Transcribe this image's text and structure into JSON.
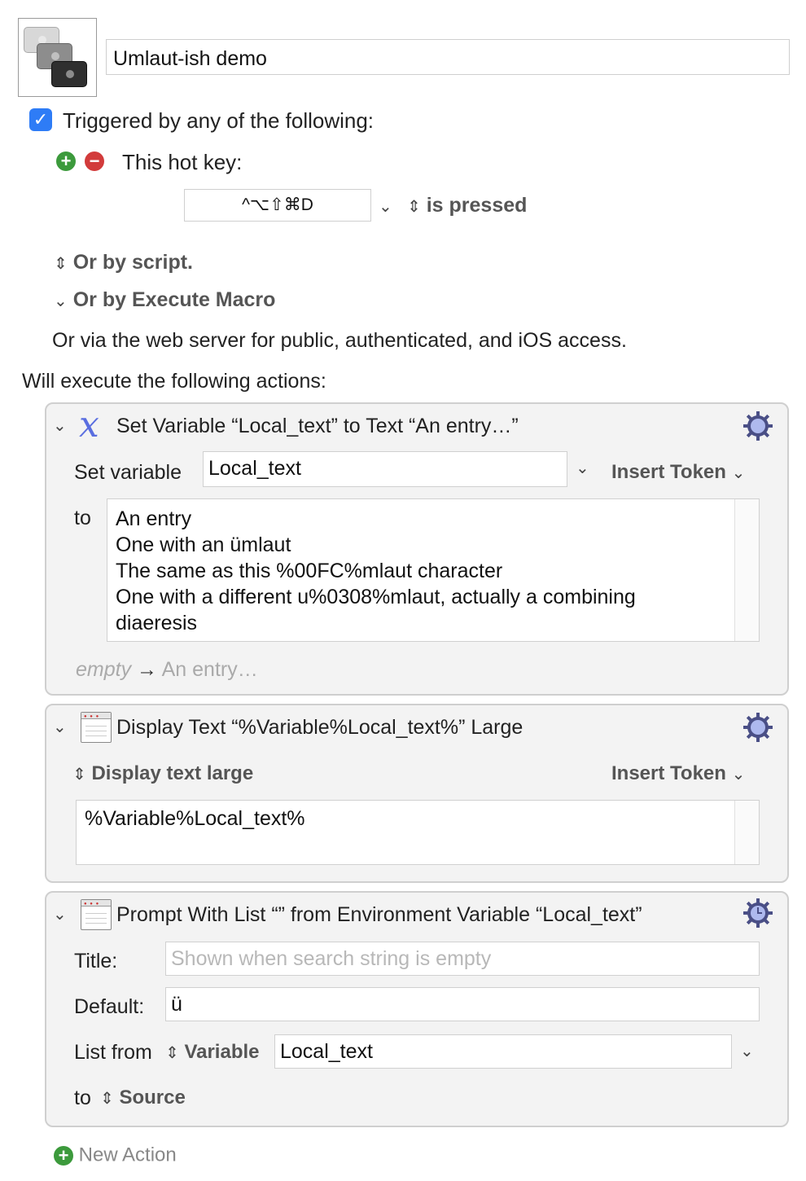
{
  "macro": {
    "icon_name": "macro-layers-icon",
    "name": "Umlaut-ish demo"
  },
  "trigger": {
    "checked": true,
    "label": "Triggered by any of the following:",
    "hotkey_label": "This hot key:",
    "hotkey_value": "^⌥⇧⌘D",
    "hotkey_state": "is pressed",
    "or_by_script": "Or by script.",
    "or_by_execute_macro": "Or by Execute Macro",
    "web_server_text": "Or via the web server for public, authenticated, and iOS access."
  },
  "actions_header": "Will execute the following actions:",
  "actions": {
    "set_variable": {
      "title": "Set Variable “Local_text” to Text “An entry…”",
      "set_variable_label": "Set variable",
      "variable_name": "Local_text",
      "insert_token": "Insert Token",
      "to_label": "to",
      "text_lines": [
        "An entry",
        "One with an ümlaut",
        "The same as this %00FC%mlaut character",
        "One with a different u%0308%mlaut, actually a combining",
        "diaeresis"
      ],
      "preview_empty": "empty",
      "preview_arrow": "→",
      "preview_value": "An entry…"
    },
    "display_text": {
      "title": "Display Text “%Variable%Local_text%” Large",
      "mode": "Display text large",
      "insert_token": "Insert Token",
      "text": "%Variable%Local_text%"
    },
    "prompt_list": {
      "title": "Prompt With List “” from Environment Variable “Local_text”",
      "title_label": "Title:",
      "title_placeholder": "Shown when search string is empty",
      "default_label": "Default:",
      "default_value": "ü",
      "list_from_label": "List from",
      "list_from_type": "Variable",
      "list_from_value": "Local_text",
      "to_label": "to",
      "to_value": "Source"
    }
  },
  "new_action": "New Action",
  "colors": {
    "checkbox": "#2e7cf6",
    "plus": "#3c9a3c",
    "minus": "#d23b3b",
    "variable_icon": "#5a6ee0",
    "gear": "#4a4f86"
  }
}
